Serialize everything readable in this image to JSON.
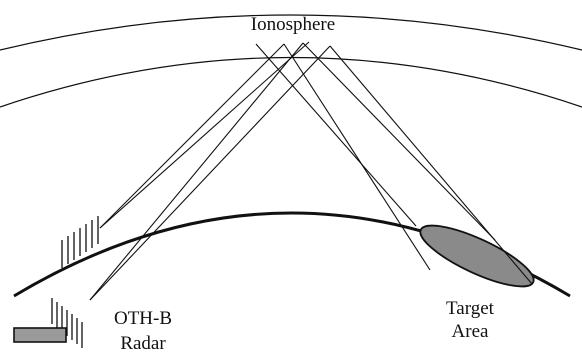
{
  "labels": {
    "ionosphere": "Ionosphere",
    "radar_line1": "OTH-B",
    "radar_line2": "Radar",
    "target_line1": "Target",
    "target_line2": "Area"
  },
  "colors": {
    "stroke": "#111111",
    "target_fill": "#8a8a8a",
    "radar_fill": "#9a9a9a",
    "background": "#ffffff"
  }
}
